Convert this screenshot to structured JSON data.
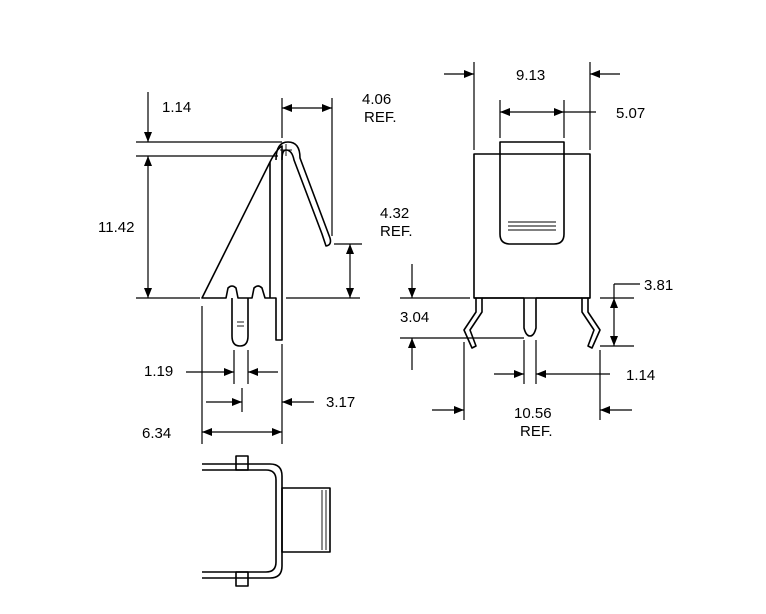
{
  "dimensions": {
    "top_offset": "1.14",
    "height": "11.42",
    "spring_ref": "4.06",
    "spring_ref_note": "REF.",
    "spring_gap": "4.32",
    "spring_gap_note": "REF.",
    "slot_width": "1.19",
    "leg_offset": "3.17",
    "base_depth": "6.34",
    "outer_width": "9.13",
    "inner_width": "5.07",
    "leg_height": "3.04",
    "leg_drop": "3.81",
    "leg_spacing": "1.14",
    "overall_width": "10.56",
    "overall_width_note": "REF."
  }
}
